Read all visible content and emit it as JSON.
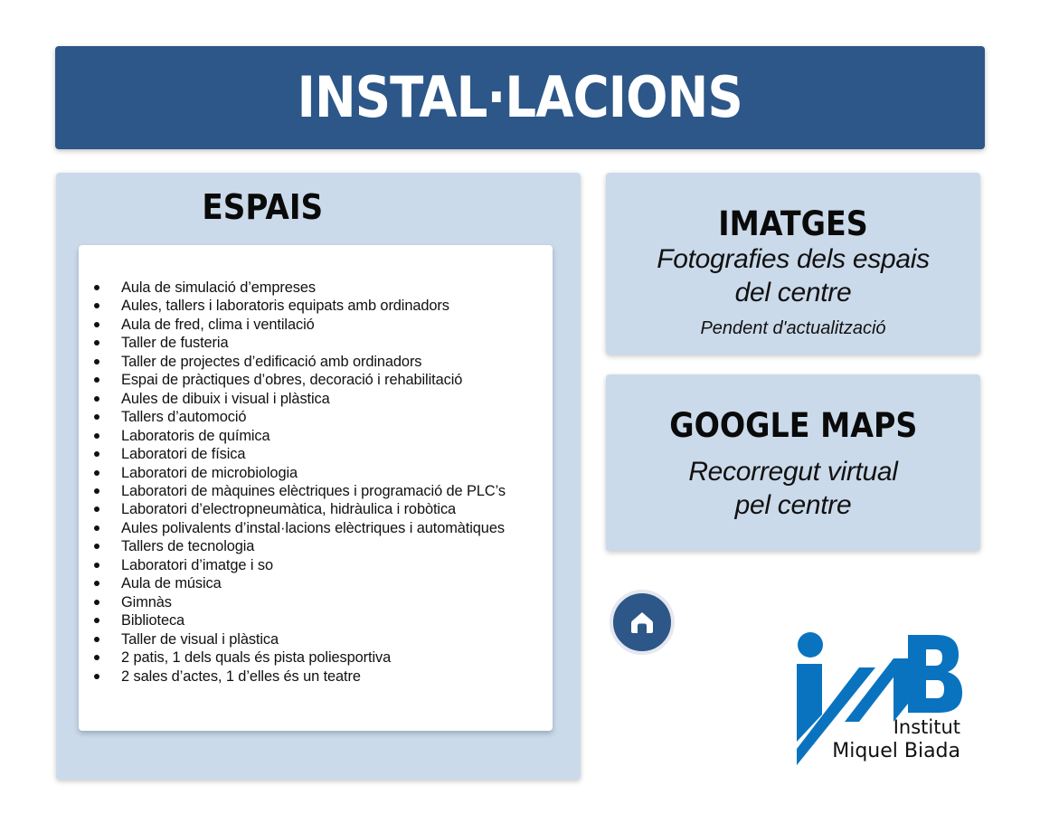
{
  "header": {
    "title": "INSTAL·LACIONS",
    "background_color": "#2c5788"
  },
  "espais": {
    "title": "ESPAIS",
    "panel_color": "#cbdaea",
    "items": [
      "Aula de simulació d’empreses",
      "Aules, tallers i laboratoris equipats amb ordinadors",
      "Aula de fred, clima i ventilació",
      "Taller de fusteria",
      "Taller de projectes d’edificació amb ordinadors",
      "Espai de pràctiques d’obres, decoració i rehabilitació",
      "Aules de dibuix i visual i plàstica",
      "Tallers d’automoció",
      "Laboratoris de química",
      "Laboratori de física",
      "Laboratori de microbiologia",
      "Laboratori de màquines elèctriques i programació de PLC’s",
      "Laboratori d’electropneumàtica, hidràulica i robòtica",
      "Aules polivalents d’instal·lacions elèctriques i automàtiques",
      "Tallers de tecnologia",
      "Laboratori d’imatge i so",
      "Aula de música",
      "Gimnàs",
      "Biblioteca",
      "Taller de visual i plàstica",
      "2 patis, 1 dels quals és pista poliesportiva",
      "2 sales d’actes, 1 d’elles és un teatre"
    ]
  },
  "imatges": {
    "title": "IMATGES",
    "subtitle_line1": "Fotografies dels espais",
    "subtitle_line2": "del centre",
    "note": "Pendent d'actualització"
  },
  "google_maps": {
    "title": "GOOGLE MAPS",
    "subtitle_line1": "Recorregut virtual",
    "subtitle_line2": "pel centre"
  },
  "home_button": {
    "icon": "home-icon"
  },
  "logo": {
    "mark": "iMB",
    "line1": "Institut",
    "line2": "Miquel Biada",
    "color": "#0a73bf"
  }
}
